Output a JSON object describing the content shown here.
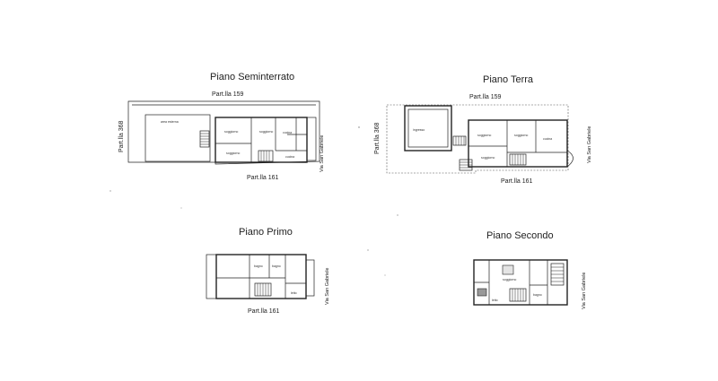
{
  "plans": [
    {
      "title": "Piano Seminterrato",
      "top_parcel": "Part.lla 159",
      "bottom_parcel": "Part.lla 161",
      "left_parcel": "Part.lla 368",
      "street": "Via San Gabriele",
      "rooms": [
        "soggiorno",
        "soggiorno",
        "cucina",
        "soggiorno",
        "cucina"
      ]
    },
    {
      "title": "Piano Terra",
      "top_parcel": "Part.lla 159",
      "bottom_parcel": "Part.lla 161",
      "left_parcel": "Part.lla 368",
      "street": "Via San Gabriele",
      "rooms": [
        "ingresso",
        "soggiorno",
        "soggiorno",
        "cucina",
        "soggiorno"
      ]
    },
    {
      "title": "Piano Primo",
      "bottom_parcel": "Part.lla 161",
      "street": "Via San Gabriele",
      "rooms": [
        "bagno",
        "bagno",
        "letto"
      ]
    },
    {
      "title": "Piano Secondo",
      "street": "Via San Gabriele",
      "rooms": [
        "soggiorno",
        "letto",
        "bagno"
      ]
    }
  ]
}
